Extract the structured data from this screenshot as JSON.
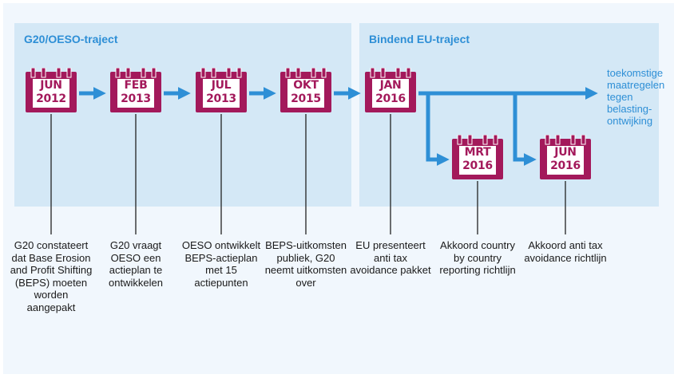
{
  "panels": {
    "g20_title": "G20/OESO-traject",
    "eu_title": "Bindend EU-traject"
  },
  "colors": {
    "calendar": "#a3195b",
    "arrow": "#2e8fd6",
    "panel": "#d4e8f6",
    "background": "#f1f7fd"
  },
  "milestones": [
    {
      "month": "JUN",
      "year": "2012",
      "text": "G20 constateert dat Base Erosion and Profit Shifting (BEPS) moeten worden aangepakt"
    },
    {
      "month": "FEB",
      "year": "2013",
      "text": "G20 vraagt OESO een actieplan te ontwikkelen"
    },
    {
      "month": "JUL",
      "year": "2013",
      "text": "OESO ontwikkelt BEPS-actieplan met 15 actiepunten"
    },
    {
      "month": "OKT",
      "year": "2015",
      "text": "BEPS-uitkomsten publiek, G20 neemt uitkomsten over"
    },
    {
      "month": "JAN",
      "year": "2016",
      "text": "EU presenteert anti tax avoidance pakket"
    },
    {
      "month": "MRT",
      "year": "2016",
      "text": "Akkoord country by country reporting richtlijn"
    },
    {
      "month": "JUN",
      "year": "2016",
      "text": "Akkoord anti tax avoidance richtlijn"
    }
  ],
  "future_label": "toekomstige maatregelen tegen belasting-ontwijking"
}
